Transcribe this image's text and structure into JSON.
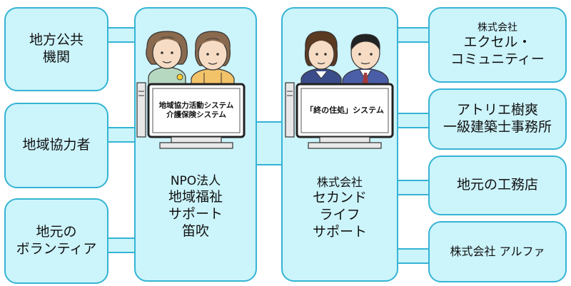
{
  "left_column": [
    {
      "id": "local-government",
      "lines": [
        "地方公共",
        "機関"
      ]
    },
    {
      "id": "community-collaborators",
      "lines": [
        "地域協力者"
      ]
    },
    {
      "id": "local-volunteers",
      "lines": [
        "地元の",
        "ボランティア"
      ]
    }
  ],
  "center_left": {
    "lines": [
      "NPO法人",
      "地域福祉",
      "サポート",
      "笛吹"
    ],
    "screen_lines": [
      "地域協力活動システム",
      "介護保険システム"
    ]
  },
  "center_right": {
    "lines": [
      "株式会社",
      "セカンド",
      "ライフ",
      "サポート"
    ],
    "screen_lines": [
      "「終の住処」システム"
    ]
  },
  "right_column": [
    {
      "id": "excel-community",
      "lines": [
        "株式会社",
        "エクセル・",
        "コミュニティー"
      ]
    },
    {
      "id": "atelier-kisou",
      "lines": [
        "アトリエ樹爽",
        "一級建築士事務所"
      ]
    },
    {
      "id": "local-contractor",
      "lines": [
        "地元の工務店"
      ]
    },
    {
      "id": "alpha",
      "lines": [
        "株式会社 アルファ"
      ]
    }
  ],
  "colors": {
    "box_fill": "#ccf4fb",
    "box_border": "#35b4d4",
    "icons": [
      "woman-elderly-icon",
      "woman-worker-icon",
      "woman-office-icon",
      "man-office-icon",
      "computer-icon"
    ]
  }
}
